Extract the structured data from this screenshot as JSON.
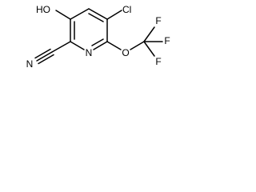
{
  "molecule": {
    "atoms": {
      "hydroxyl": "HO",
      "chlorine": "Cl",
      "ring_nitrogen": "N",
      "nitrile_nitrogen": "N",
      "ether_oxygen": "O",
      "fluorine_top": "F",
      "fluorine_right": "F",
      "fluorine_bottom": "F"
    }
  },
  "colors": {
    "bond": "#000000",
    "label": "#000000",
    "background": "#ffffff"
  }
}
